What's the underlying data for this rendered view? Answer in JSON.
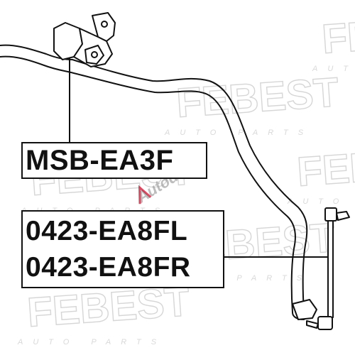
{
  "labels": {
    "part_1": "MSB-EA3F",
    "part_2": "0423-EA8FL",
    "part_3": "0423-EA8FR"
  },
  "watermark": {
    "brand": "FEBEST",
    "sub": "AUTO PARTS",
    "overlay": "Autodelft"
  },
  "colors": {
    "ink": "#111111",
    "watermark": "#d6d6d6",
    "overlay": "#9a9a9a",
    "accent": "#c8102e"
  }
}
